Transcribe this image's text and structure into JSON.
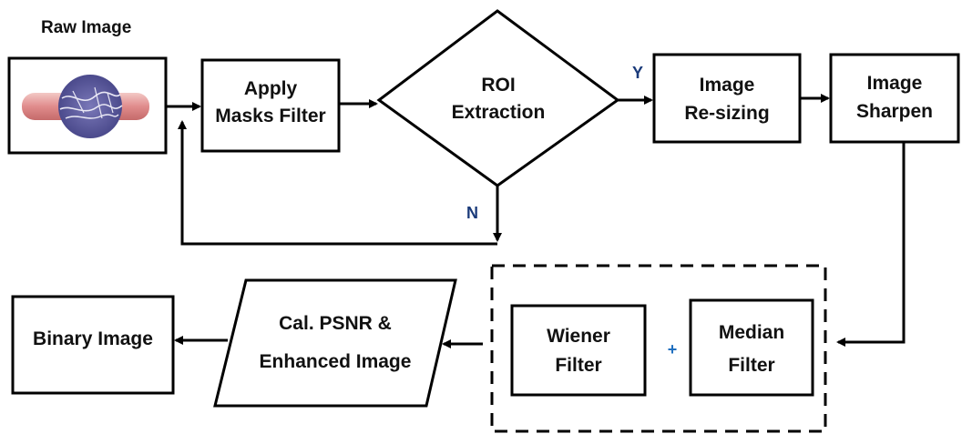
{
  "diagram": {
    "raw_image_label": "Raw Image",
    "nodes": {
      "apply_masks": [
        "Apply",
        "Masks Filter"
      ],
      "roi_extraction": [
        "ROI",
        "Extraction"
      ],
      "image_resizing": [
        "Image",
        "Re-sizing"
      ],
      "image_sharpen": [
        "Image",
        "Sharpen"
      ],
      "wiener_filter": [
        "Wiener",
        "Filter"
      ],
      "median_filter": [
        "Median",
        "Filter"
      ],
      "cal_psnr": [
        "Cal. PSNR &",
        "Enhanced Image"
      ],
      "binary_image": "Binary Image"
    },
    "yes_label": "Y",
    "no_label": "N",
    "plus_label": "+",
    "colors": {
      "yes_label": "#1a3a7a",
      "no_label": "#1a3a7a",
      "plus_label": "#1f6fbf",
      "node_stroke": "#000000"
    }
  }
}
